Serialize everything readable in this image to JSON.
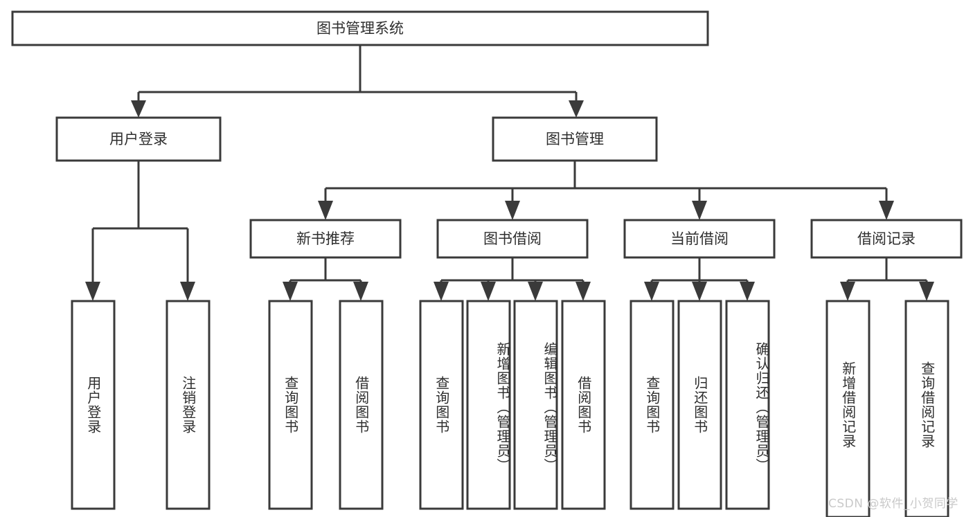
{
  "diagram": {
    "type": "tree-hierarchy-chart",
    "title": "图书管理系统",
    "orientation": "top-down",
    "line_color": "#3a3a3a",
    "box_fill": "#ffffff",
    "background": "#ffffff"
  },
  "root": {
    "label": "图书管理系统"
  },
  "level2": [
    {
      "label": "用户登录"
    },
    {
      "label": "图书管理"
    }
  ],
  "level3": [
    {
      "label": "新书推荐"
    },
    {
      "label": "图书借阅"
    },
    {
      "label": "当前借阅"
    },
    {
      "label": "借阅记录"
    }
  ],
  "leaves": {
    "user_login": [
      {
        "label": "用户登录"
      },
      {
        "label": "注销登录"
      }
    ],
    "new_book_recommend": [
      {
        "label": "查询图书"
      },
      {
        "label": "借阅图书"
      }
    ],
    "book_borrow": [
      {
        "label": "查询图书"
      },
      {
        "label": "新增图书（管理员）"
      },
      {
        "label": "编辑图书（管理员）"
      },
      {
        "label": "借阅图书"
      }
    ],
    "current_borrow": [
      {
        "label": "查询图书"
      },
      {
        "label": "归还图书"
      },
      {
        "label": "确认归还（管理员）"
      }
    ],
    "borrow_record": [
      {
        "label": "新增借阅记录"
      },
      {
        "label": "查询借阅记录"
      }
    ]
  },
  "watermark": {
    "text": "CSDN @软件_小贺同学"
  }
}
